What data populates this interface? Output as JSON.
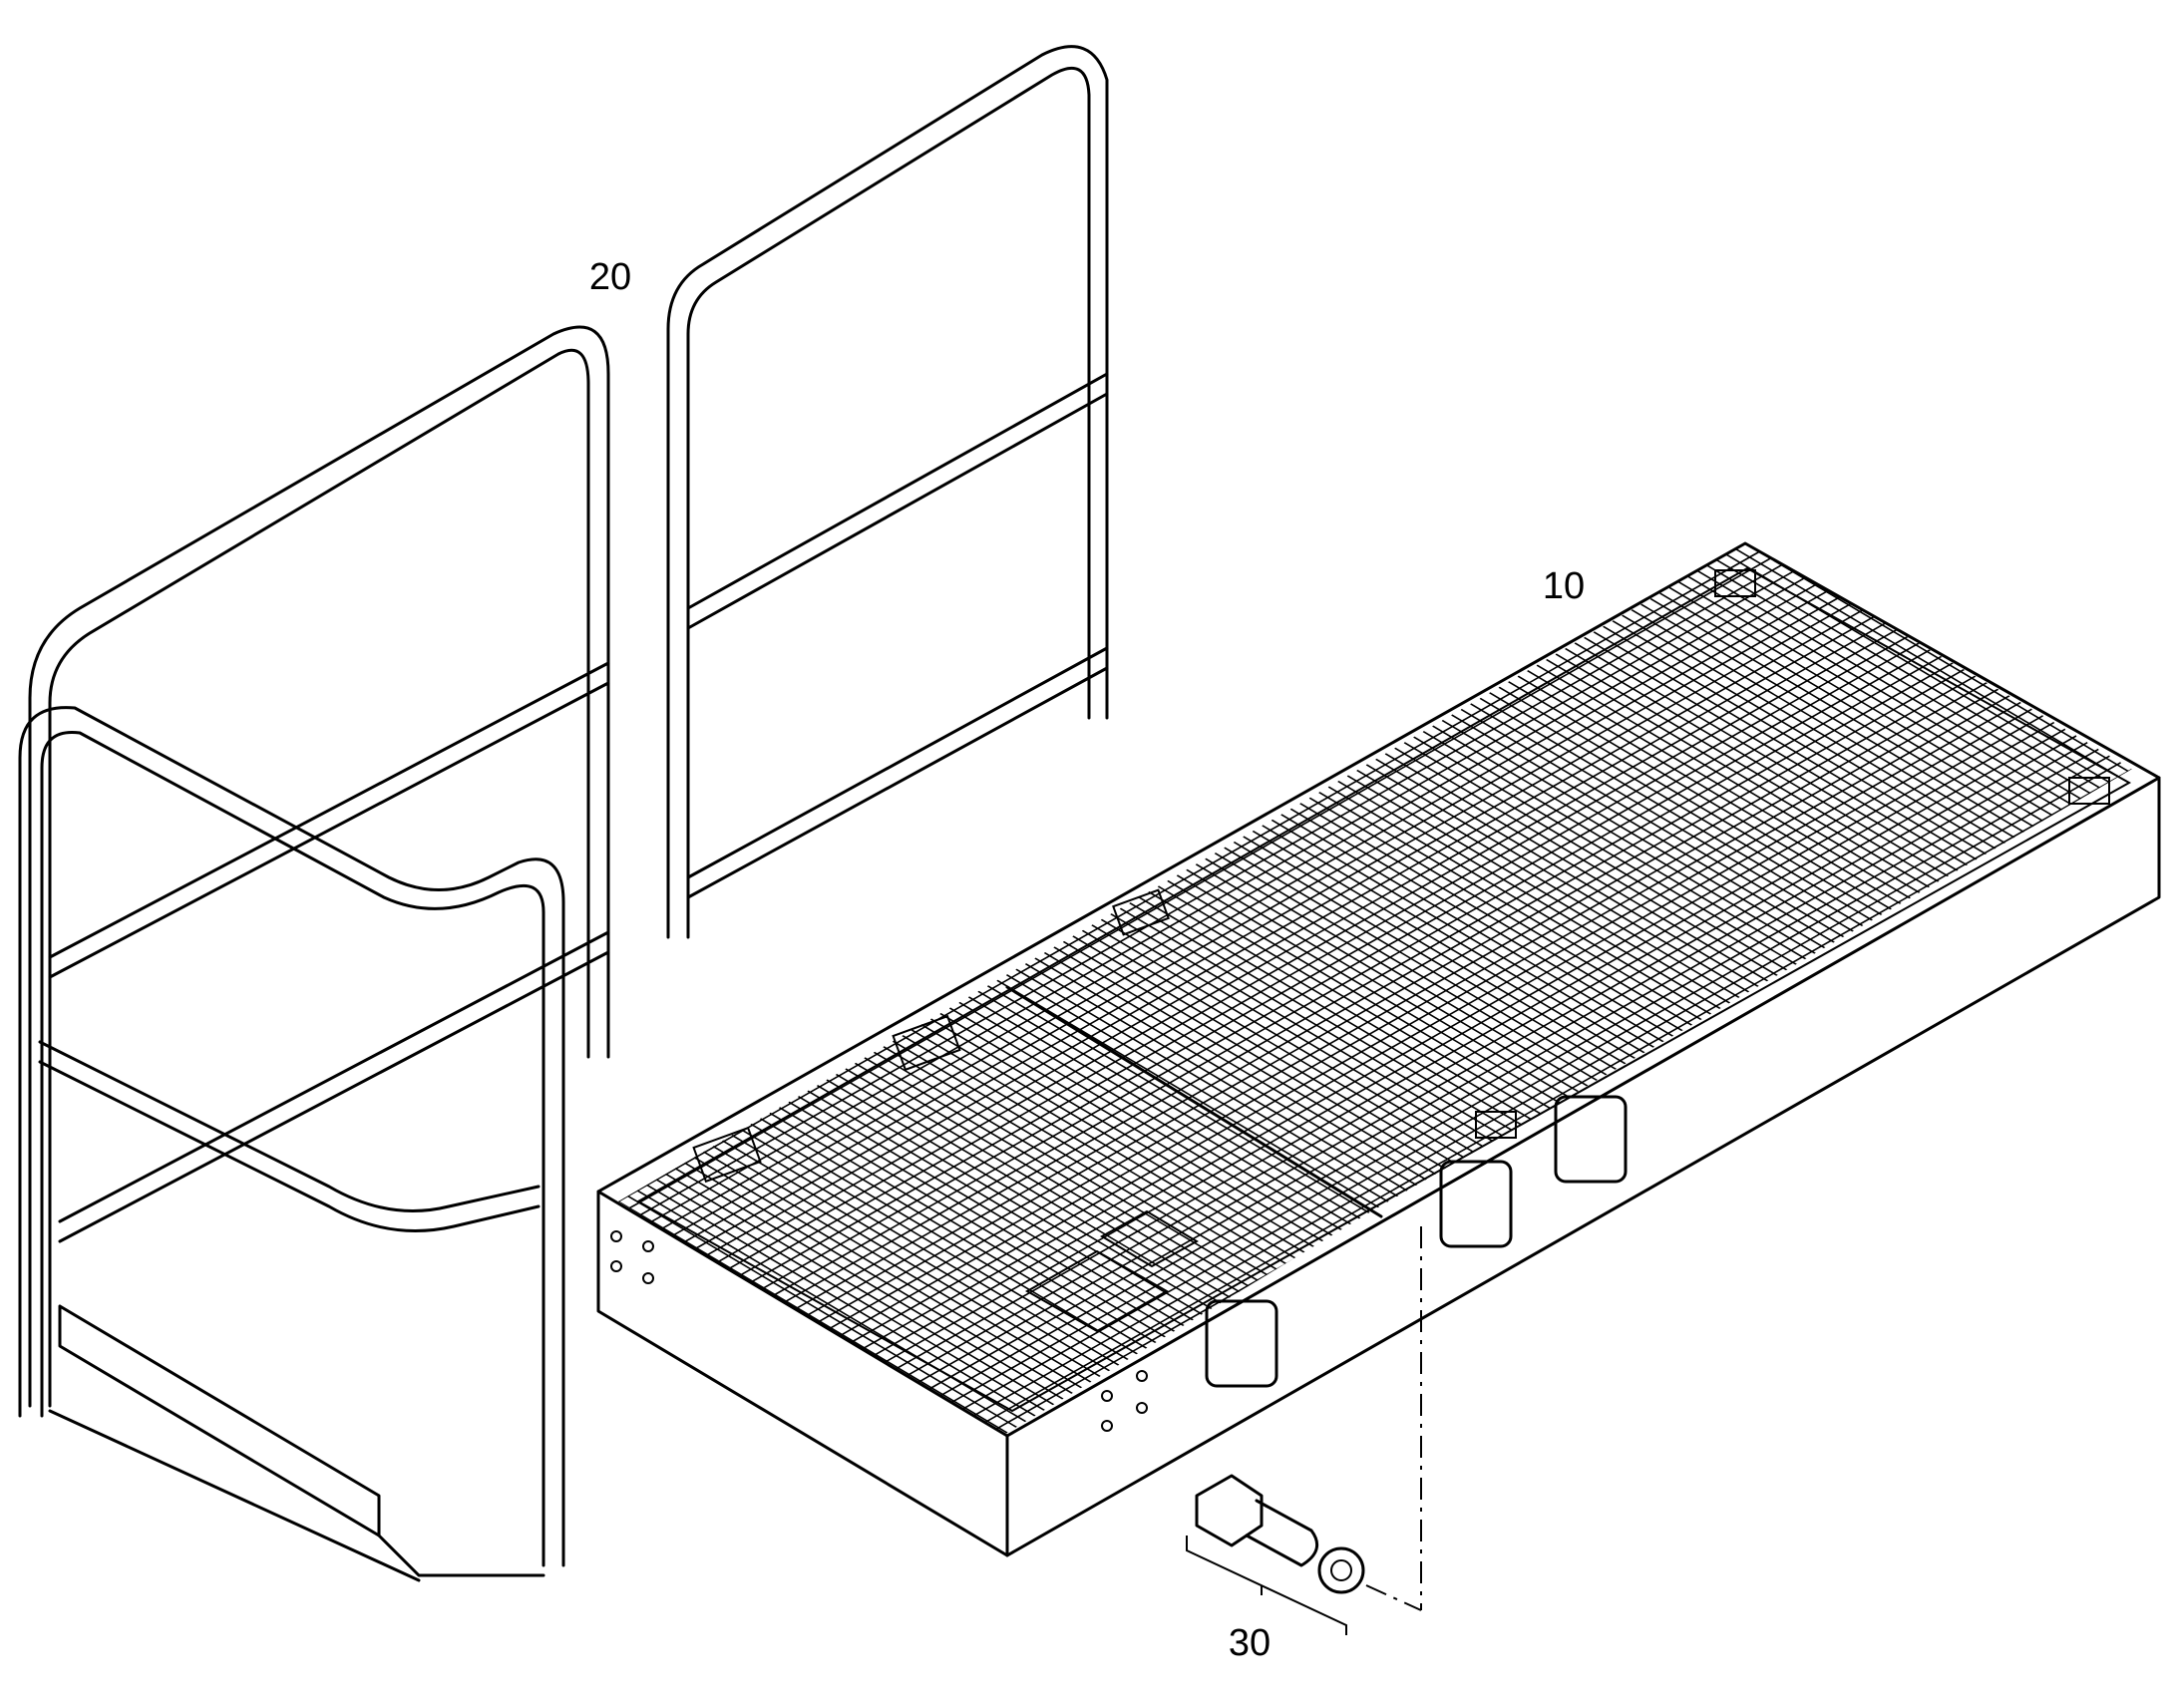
{
  "callouts": [
    {
      "id": "10",
      "label": "10"
    },
    {
      "id": "20",
      "label": "20"
    },
    {
      "id": "30",
      "label": "30"
    }
  ]
}
